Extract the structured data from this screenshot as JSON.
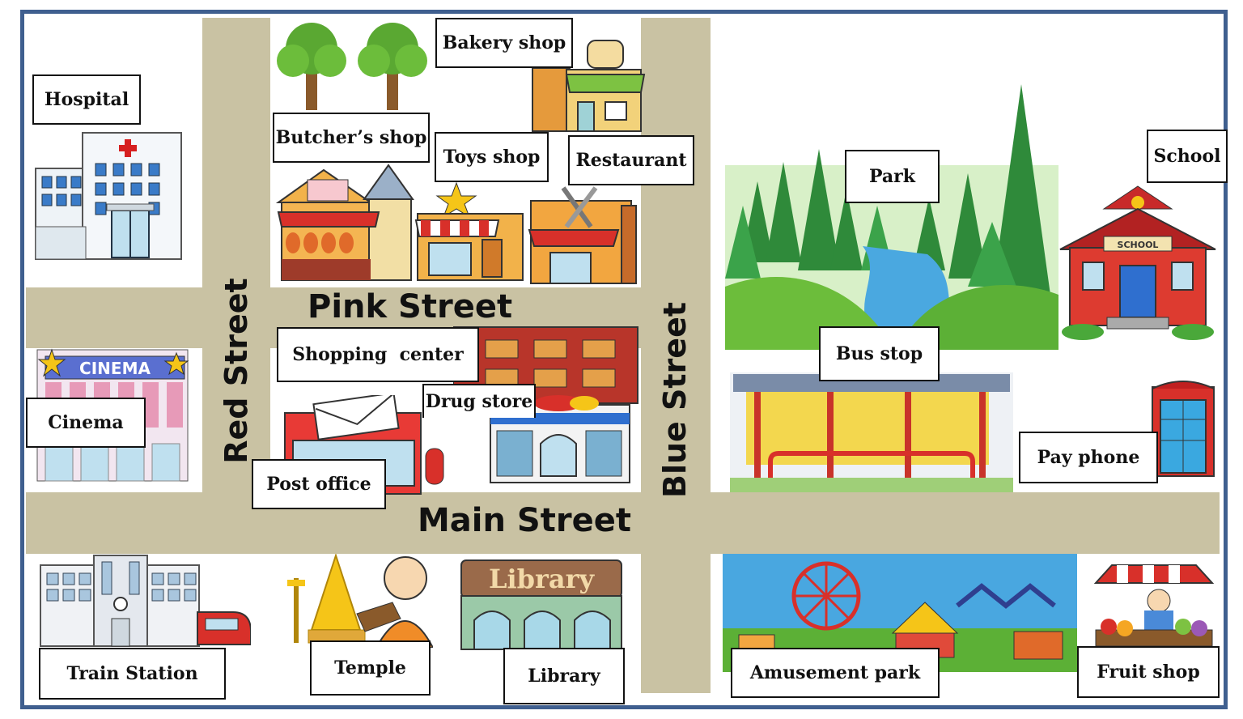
{
  "streets": {
    "red": "Red Street",
    "pink": "Pink Street",
    "blue": "Blue Street",
    "main": "Main Street"
  },
  "places": {
    "hospital": "Hospital",
    "bakery": "Bakery shop",
    "butcher": "Butcher’s shop",
    "toys": "Toys shop",
    "restaurant": "Restaurant",
    "park": "Park",
    "school": "School",
    "shopping": "Shopping  center",
    "bus_stop": "Bus stop",
    "cinema": "Cinema",
    "drug_store": "Drug store",
    "pay_phone": "Pay phone",
    "post_office": "Post office",
    "train_station": "Train Station",
    "temple": "Temple",
    "library": "Library",
    "amusement_park": "Amusement park",
    "fruit_shop": "Fruit shop"
  },
  "signs": {
    "cinema": "CINEMA",
    "school": "SCHOOL",
    "library": "Library"
  },
  "colors": {
    "frame": "#3f5f8f",
    "road": "#c9c2a3"
  }
}
